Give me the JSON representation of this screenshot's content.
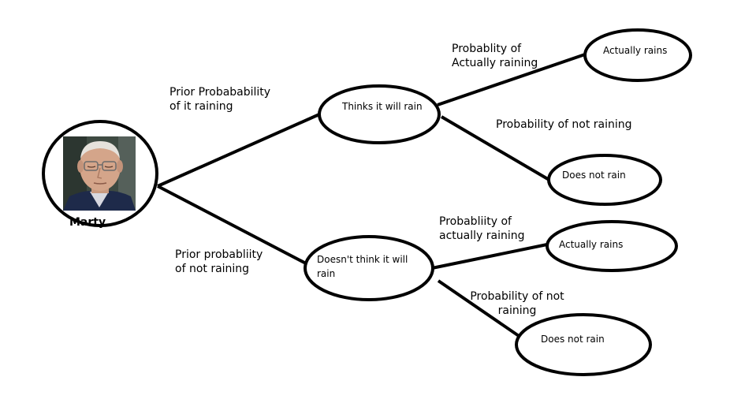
{
  "root": {
    "name": "Marty"
  },
  "nodes": {
    "thinks_rain": "Thinks it will rain",
    "doesnt_think_line1": "Doesn't think it will",
    "doesnt_think_line2": "rain",
    "upper_actually_rains": "Actually rains",
    "upper_does_not_rain": "Does not rain",
    "lower_actually_rains": "Actually rains",
    "lower_does_not_rain": "Does not rain"
  },
  "edge_labels": {
    "prior_rain_line1": "Prior Probabability",
    "prior_rain_line2": "of it raining",
    "prior_not_line1": "Prior probabliity",
    "prior_not_line2": "of not raining",
    "upper_rain_line1": "Probablity of",
    "upper_rain_line2": "Actually raining",
    "upper_not": "Probability of not raining",
    "lower_rain_line1": "Probabliity of",
    "lower_rain_line2": "actually raining",
    "lower_not_line1": "Probability of not",
    "lower_not_line2": "raining"
  },
  "colors": {
    "stroke": "#000000",
    "background": "#ffffff"
  }
}
